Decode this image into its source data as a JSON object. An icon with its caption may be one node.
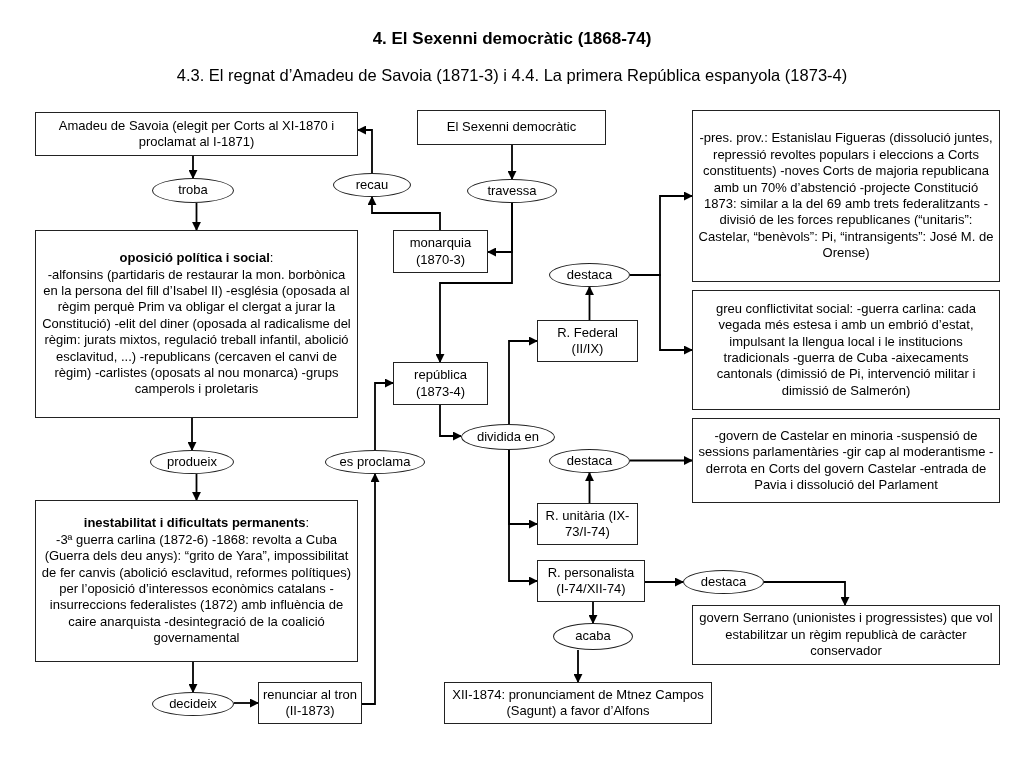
{
  "diagram": {
    "title": "4. El Sexenni democràtic (1868-74)",
    "nodes": [
      {
        "text": [
          "Amadeu de Savoia (elegit per Corts al XI-1870 i proclamat al I-1871)"
        ]
      },
      {
        "text": [
          "troba"
        ]
      },
      {
        "text": [
          "**oposició política i social**:",
          "-alfonsins (partidaris de restaurar la mon. borbònica en la persona del fill d’Isabel II) -església (oposada al règim perquè Prim va obligar el clergat a jurar la Constitució) -elit del diner (oposada al radicalisme del règim: jurats mixtos, regulació treball infantil, abolició esclavitud, ...) -republicans (cercaven el canvi de règim) -carlistes (oposats al nou monarca) -grups camperols i proletaris"
        ]
      },
      {
        "text": [
          "produeix"
        ]
      },
      {
        "text": [
          "**inestabilitat i dificultats permanents**:",
          "-3ª guerra carlina (1872-6) -1868: revolta a Cuba (Guerra dels deu anys): “grito de Yara”, impossibilitat de fer canvis (abolició esclavitud, reformes polítiques) per l’oposició d’interessos econòmics catalans -insurreccions federalistes (1872) amb influència de caire anarquista -desintegració de la coalició governamental"
        ]
      },
      {
        "text": [
          "decideix"
        ]
      },
      {
        "text": [
          "renunciar al tron (II-1873)"
        ]
      },
      {
        "text": [
          "El Sexenni democràtic"
        ]
      },
      {
        "text": [
          "recau"
        ]
      },
      {
        "text": [
          "travessa"
        ]
      },
      {
        "text": [
          "monarquia (1870-3)"
        ]
      },
      {
        "text": [
          "república (1873-4)"
        ]
      },
      {
        "text": [
          "es proclama"
        ]
      },
      {
        "text": [
          "dividida en"
        ]
      },
      {
        "text": [
          "destaca"
        ]
      },
      {
        "text": [
          "R. Federal (II/IX)"
        ]
      },
      {
        "text": [
          "destaca"
        ]
      },
      {
        "text": [
          "R. unitària (IX-73/I-74)"
        ]
      },
      {
        "text": [
          "R. personalista (I-74/XII-74)"
        ]
      },
      {
        "text": [
          "destaca"
        ]
      },
      {
        "text": [
          "acaba"
        ]
      },
      {
        "text": [
          "XII-1874: pronunciament de Mtnez Campos (Sagunt) a favor d’Alfons"
        ]
      },
      {
        "text": [
          "-pres. prov.: Estanislau Figueras (dissolució juntes, repressió revoltes populars i eleccions a Corts constituents) -noves Corts de majoria republicana amb un 70% d’abstenció -projecte Constitució 1873: similar a la del 69 amb trets federalitzants -divisió de les forces republicanes (“unitaris”: Castelar, “benèvols”: Pi, “intransigents”: José M. de Orense)"
        ]
      },
      {
        "text": [
          "greu conflictivitat social: -guerra carlina: cada vegada més estesa i amb un embrió d’estat, impulsant la llengua local i le institucions tradicionals -guerra de Cuba -aixecaments cantonals (dimissió de Pi, intervenció militar i dimissió de Salmerón)"
        ]
      },
      {
        "text": [
          "-govern de Castelar en minoria -suspensió de sessions parlamentàries -gir cap al moderantisme -derrota en Corts del govern Castelar -entrada de Pavia i dissolució del Parlament"
        ]
      },
      {
        "text": [
          "govern Serrano (unionistes i progressistes) que vol estabilitzar un règim republicà de caràcter conservador"
        ]
      }
    ],
    "edges": [
      {
        "from": 0,
        "to": 1,
        "arrow": "to"
      },
      {
        "from": 1,
        "to": 2,
        "arrow": "to"
      },
      {
        "from": 2,
        "to": 3,
        "arrow": "to"
      },
      {
        "from": 3,
        "to": 4,
        "arrow": "to"
      },
      {
        "from": 4,
        "to": 5,
        "arrow": "to"
      },
      {
        "from": 5,
        "to": 6,
        "arrow": "to"
      },
      {
        "from": 6,
        "to": 12,
        "arrow": "to"
      },
      {
        "from": 12,
        "to": 11,
        "arrow": "to"
      },
      {
        "from": 7,
        "to": 9,
        "arrow": "to"
      },
      {
        "from": 9,
        "to": 10,
        "arrow": "to"
      },
      {
        "from": 9,
        "to": 11,
        "arrow": "to"
      },
      {
        "from": 10,
        "to": 8,
        "arrow": "to"
      },
      {
        "from": 8,
        "to": 0,
        "arrow": "to"
      },
      {
        "from": 11,
        "to": 13,
        "arrow": "to"
      },
      {
        "from": 13,
        "to": 15,
        "arrow": "to"
      },
      {
        "from": 13,
        "to": 17,
        "arrow": "to"
      },
      {
        "from": 13,
        "to": 18,
        "arrow": "to"
      },
      {
        "from": 15,
        "to": 14,
        "arrow": "to"
      },
      {
        "from": 14,
        "to": 22,
        "arrow": "to"
      },
      {
        "from": 14,
        "to": 23,
        "arrow": "to"
      },
      {
        "from": 17,
        "to": 16,
        "arrow": "to"
      },
      {
        "from": 16,
        "to": 24,
        "arrow": "to"
      },
      {
        "from": 18,
        "to": 19,
        "arrow": "to"
      },
      {
        "from": 19,
        "to": 25,
        "arrow": "to"
      },
      {
        "from": 18,
        "to": 20,
        "arrow": "to"
      },
      {
        "from": 20,
        "to": 21,
        "arrow": "to"
      }
    ],
    "labels": [
      "4.3. El regnat d’Amadeu de Savoia (1871-3) i 4.4. La primera República espanyola (1873-4)"
    ]
  }
}
